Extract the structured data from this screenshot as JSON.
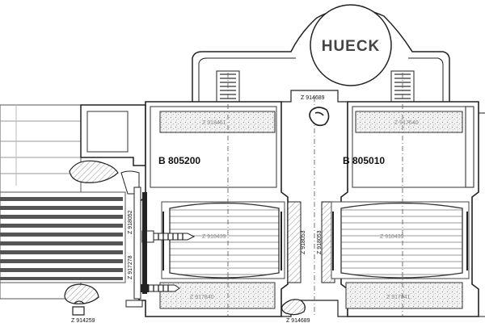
{
  "logo": {
    "text": "HUECK"
  },
  "profiles": {
    "left": "B 805200",
    "right": "B 805010"
  },
  "parts": {
    "top_center": "Z 914689",
    "top_left_insert": "Z 918461",
    "top_right_insert": "Z 917640",
    "left_thermal": "Z 918439",
    "right_thermal": "Z 918439",
    "vertical_a": "Z 918052",
    "vertical_b": "Z 917278",
    "center_left_vertical": "Z 918053",
    "center_right_vertical": "Z 918053",
    "bottom_left_insert": "Z 917840",
    "bottom_right_insert": "Z 917841",
    "bottom_left": "Z 914259",
    "bottom_center": "Z 914689"
  }
}
